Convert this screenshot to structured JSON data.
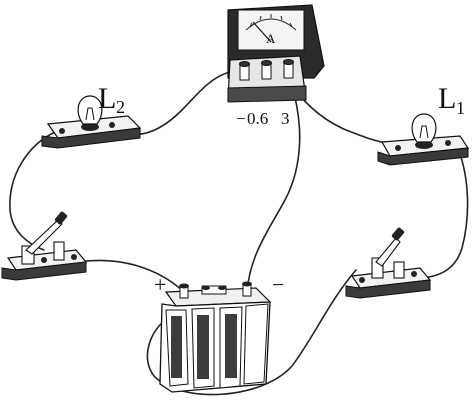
{
  "lamps": [
    {
      "letter": "L",
      "index": "2"
    },
    {
      "letter": "L",
      "index": "1"
    }
  ],
  "ammeter": {
    "dial_symbol": "A",
    "terminal_labels": [
      "−",
      "0.6",
      "3"
    ]
  },
  "battery": {
    "positive_sign": "+",
    "negative_sign": "−"
  }
}
